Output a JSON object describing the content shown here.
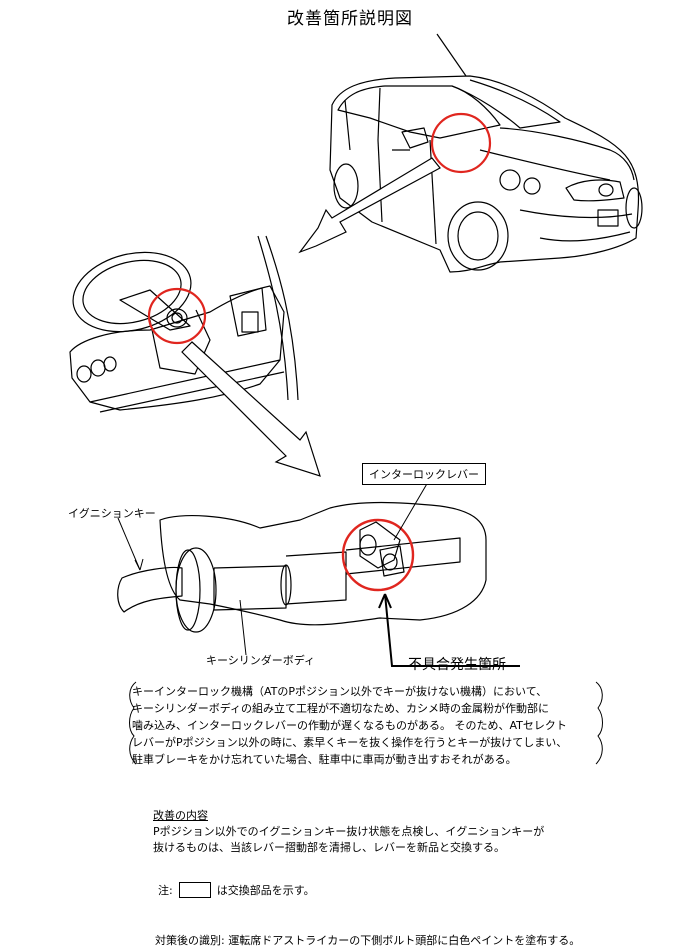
{
  "title": "改善箇所説明図",
  "labels": {
    "interlock_lever": "インターロックレバー",
    "ignition_key": "イグニションキー",
    "key_cylinder_body": "キーシリンダーボディ",
    "defect_location": "不具合発生箇所"
  },
  "description_lines": [
    "キーインターロック機構（ATのPポジション以外でキーが抜けない機構）において、",
    "キーシリンダーボディの組み立て工程が不適切なため、カシメ時の金属粉が作動部に",
    "噛み込み、インターロックレバーの作動が遅くなるものがある。 そのため、ATセレクト",
    "レバーがPポジション以外の時に、素早くキーを抜く操作を行うとキーが抜けてしまい、",
    "駐車ブレーキをかけ忘れていた場合、駐車中に車両が動き出すおそれがある。"
  ],
  "measures": {
    "heading": "改善の内容",
    "lines": [
      "Pポジション以外でのイグニションキー抜け状態を点検し、イグニションキーが",
      "抜けるものは、当該レバー摺動部を清掃し、レバーを新品と交換する。"
    ]
  },
  "note": {
    "prefix": "注:",
    "suffix": "は交換部品を示す。"
  },
  "identification": "対策後の識別:  運転席ドアストライカーの下側ボルト頭部に白色ペイントを塗布する。",
  "colors": {
    "highlight_circle": "#e0261f",
    "line": "#000000"
  }
}
